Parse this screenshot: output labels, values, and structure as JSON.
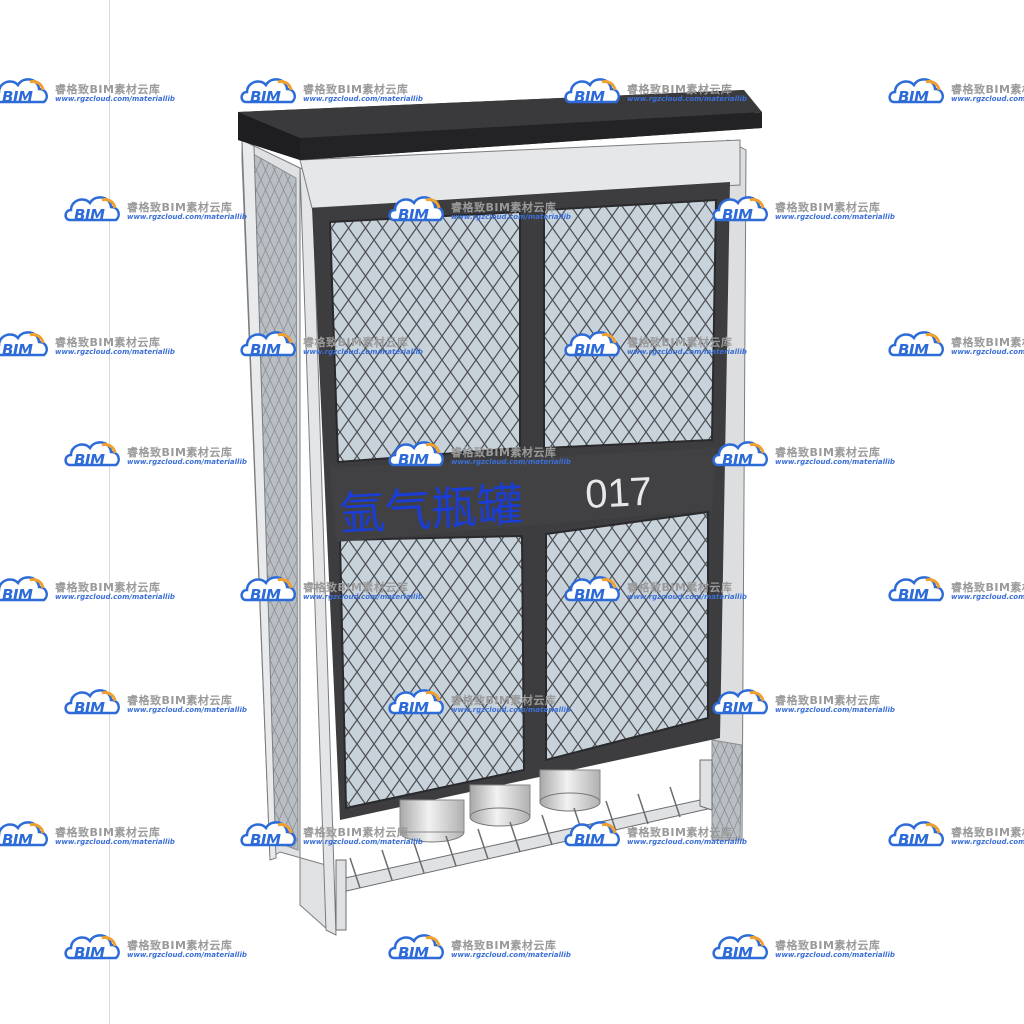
{
  "cabinet": {
    "label_cn": "氩气瓶罐",
    "number": "017"
  },
  "watermark": {
    "logo_text": "BIM",
    "brand": "睿格致BIM素材云库",
    "url": "www.rgzcloud.com/materiallib"
  },
  "colors": {
    "frame_dark": "#3d3d3f",
    "roof": "#2e2e30",
    "side_panel": "#d2d4d6",
    "mesh_fill": "#c9d3dc",
    "label_blue": "#1a3dd6",
    "number_white": "#e8e8e8",
    "cylinder": "#d9d9d9",
    "watermark_orange": "#f0a030",
    "watermark_blue": "#2d6bd8"
  }
}
